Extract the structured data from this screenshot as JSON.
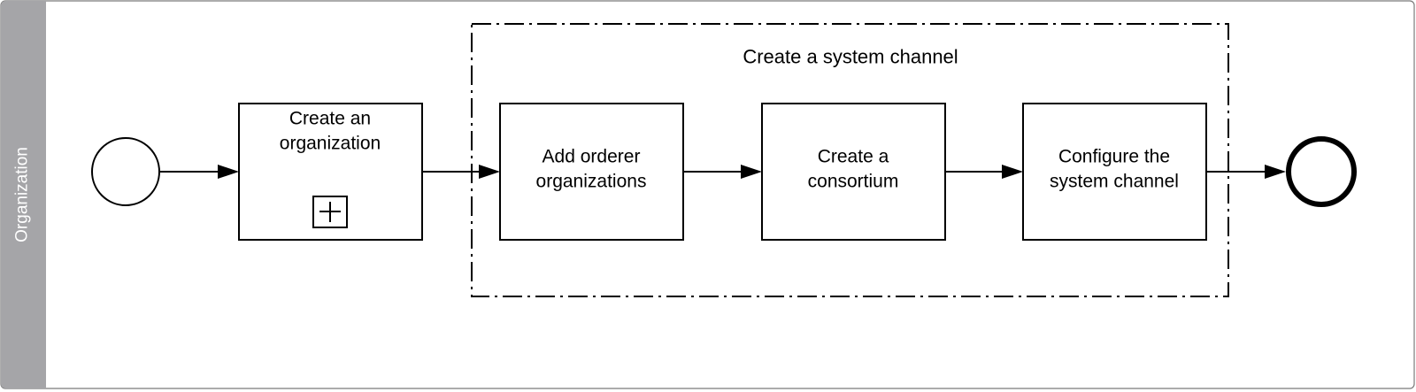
{
  "lane": {
    "label": "Organization"
  },
  "group": {
    "label": "Create a system channel"
  },
  "tasks": [
    {
      "lines": [
        "Create an",
        "organization"
      ],
      "subprocess": true
    },
    {
      "lines": [
        "Add orderer",
        "organizations"
      ],
      "subprocess": false
    },
    {
      "lines": [
        "Create a",
        "consortium"
      ],
      "subprocess": false
    },
    {
      "lines": [
        "Configure the",
        "system channel"
      ],
      "subprocess": false
    }
  ],
  "colors": {
    "lane_header": "#a5a5a8",
    "stroke": "#000000",
    "pool_border": "#7a7a7a"
  }
}
